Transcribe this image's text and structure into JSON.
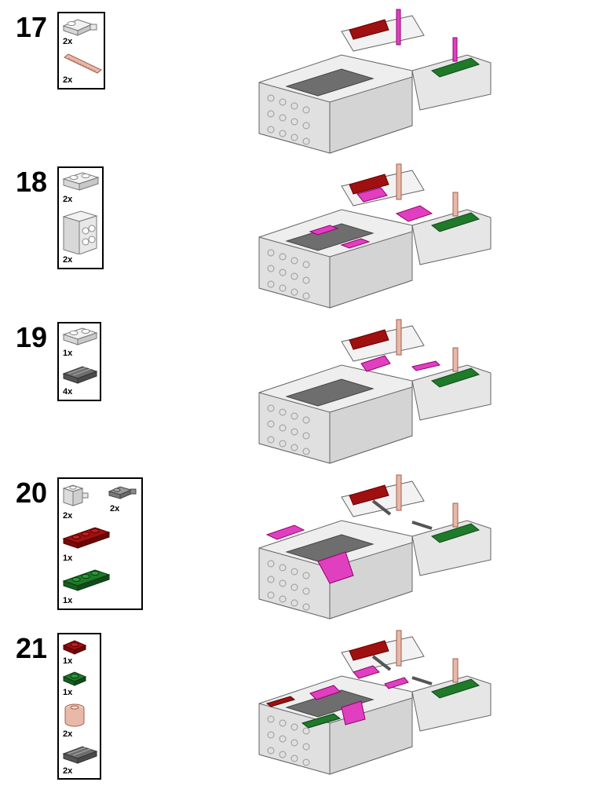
{
  "steps": [
    {
      "number": "17",
      "parts": [
        {
          "icon": "white-plate-clip-icon",
          "qty": "2x"
        },
        {
          "icon": "tan-bar-icon",
          "qty": "2x"
        }
      ]
    },
    {
      "number": "18",
      "parts": [
        {
          "icon": "white-plate-1x2-icon",
          "qty": "2x"
        },
        {
          "icon": "white-bracket-icon",
          "qty": "2x"
        }
      ]
    },
    {
      "number": "19",
      "parts": [
        {
          "icon": "white-plate-1x2-icon",
          "qty": "1x"
        },
        {
          "icon": "dark-grey-grille-tile-icon",
          "qty": "4x"
        }
      ]
    },
    {
      "number": "20",
      "parts": [
        {
          "icon": "white-brick-clip-icon",
          "qty": "2x"
        },
        {
          "icon": "grey-plate-clip-icon",
          "qty": "2x"
        },
        {
          "icon": "dark-red-plate-1x3-icon",
          "qty": "1x"
        },
        {
          "icon": "green-plate-1x3-icon",
          "qty": "1x"
        }
      ]
    },
    {
      "number": "21",
      "parts": [
        {
          "icon": "dark-red-plate-1x1-icon",
          "qty": "1x"
        },
        {
          "icon": "green-plate-1x1-icon",
          "qty": "1x"
        },
        {
          "icon": "tan-brick-round-icon",
          "qty": "2x"
        },
        {
          "icon": "dark-grey-grille-tile-icon",
          "qty": "2x"
        }
      ]
    }
  ],
  "colors": {
    "white_part": "#f2f2f2",
    "outline": "#555555",
    "dark_red": "#a01010",
    "green": "#1f7a2a",
    "magenta": "#e040c0",
    "dark_grey": "#6e6e6e",
    "tan": "#e8b8a8"
  }
}
